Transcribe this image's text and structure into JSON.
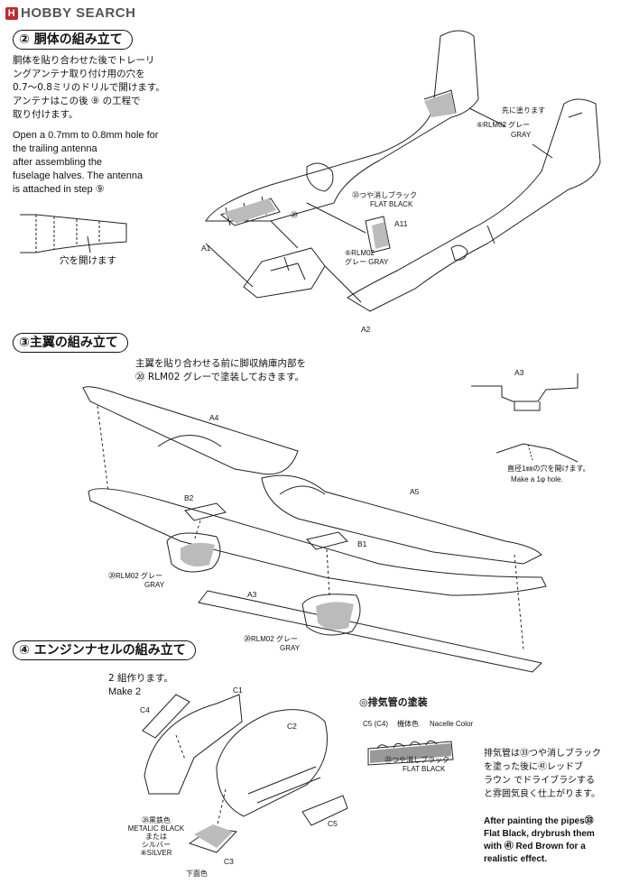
{
  "brand": {
    "name": "HOBBY SEARCH"
  },
  "step2": {
    "title": "② 胴体の組み立て",
    "jp_lines": [
      "胴体を貼り合わせた後でトレーリ",
      "ングアンテナ取り付け用の穴を",
      "0.7〜0.8ミリのドリルで開けます。",
      "アンテナはこの後 ⑨ の工程で",
      "取り付けます。"
    ],
    "en_lines": [
      "Open a 0.7mm to 0.8mm hole for",
      "the trailing antenna",
      "after assembling the",
      "fuselage halves.  The antenna",
      "is attached in step ⑨"
    ],
    "hole_note": "穴を開けます",
    "labels": {
      "paint_first": "先に塗ります",
      "rlm02_top_jp": "⑥RLM02 グレー",
      "rlm02_top_en": "GRAY",
      "flat_black_jp": "㉝つや消しブラック",
      "flat_black_en": "FLAT BLACK",
      "rlm02_mid_jp": "⑥RLM02",
      "rlm02_mid_en": "グレー GRAY",
      "num60": "⑳"
    },
    "parts": [
      "A1",
      "A11",
      "A2"
    ]
  },
  "step3": {
    "title": "③主翼の組み立て",
    "intro_lines": [
      "主翼を貼り合わせる前に脚収納庫内部を",
      "⑳ RLM02 グレーで塗装しておきます。"
    ],
    "hole_jp": "直径1㎜の穴を開けます。",
    "hole_en": "Make a 1φ hole.",
    "rlm02_jp": "⑳RLM02 グレー",
    "rlm02_en": "GRAY",
    "parts": [
      "A3",
      "A4",
      "A5",
      "B2",
      "B1",
      "A3"
    ]
  },
  "step4": {
    "title": "④ エンジンナセルの組み立て",
    "make2_jp": "2 組作ります。",
    "make2_en": "Make 2",
    "exhaust_title": "◎排気管の塗装",
    "exhaust_c5": "C5 (C4)",
    "exhaust_body_jp": "機体色",
    "exhaust_body_en": "Nacelle Color",
    "exhaust_flat_jp": "㉝つや消しブラック",
    "exhaust_flat_en": "FLAT BLACK",
    "metal_lines": [
      "㉘黒鉄色",
      "METALIC BLACK",
      "または",
      "シルバー",
      "⑧SILVER"
    ],
    "underside": "下面色",
    "parts": [
      "C4",
      "C1",
      "C2",
      "C5",
      "C3"
    ],
    "note_jp": [
      "排気管は㉝つや消しブラック",
      "を塗った後に㊶レッドブ",
      "ラウン でドライブラシする",
      "と雰囲気良く仕上がります。"
    ],
    "note_en": [
      "After painting  the pipes㉝",
      "Flat Black, drybrush them",
      "with  ㊶  Red Brown for a",
      "realistic effect."
    ]
  }
}
